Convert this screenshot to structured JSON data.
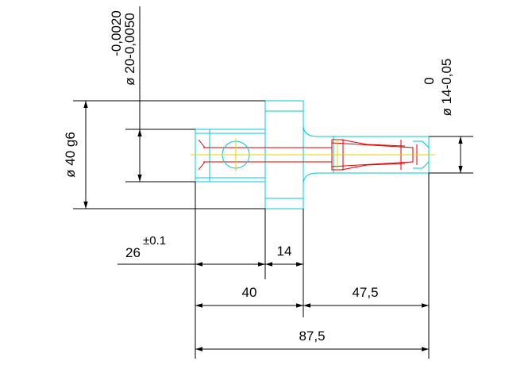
{
  "dimensions": {
    "tol_upper_20": "-0,0020",
    "dia_20": "ø 20-0,0050",
    "dia_40": "ø 40 g6",
    "tol_upper_14": "0",
    "dia_14": "ø 14-0,05",
    "len_26": "26",
    "tol_26": "±0.1",
    "len_14": "14",
    "len_40": "40",
    "len_47_5": "47,5",
    "len_87_5": "87,5"
  },
  "colors": {
    "dimension": "#000000",
    "outline": "#00c8d8",
    "section": "#e00000",
    "centerline": "#e8d000"
  }
}
